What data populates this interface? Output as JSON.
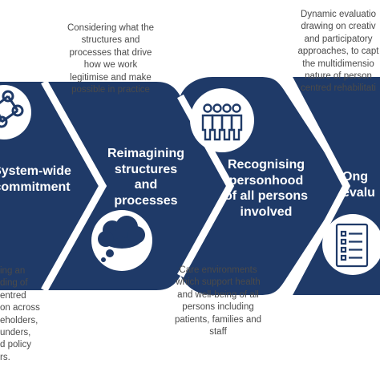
{
  "colors": {
    "shape": "#1f3a68",
    "background": "#ffffff",
    "text": "#4a4a4a",
    "icon_circle": "#ffffff"
  },
  "stages": [
    {
      "label": "System-wide\ncommitment",
      "icon": "network-nodes-icon",
      "caption": "ing an\nding of\nentred\non across\neholders,\nunders,\nd policy\nrs."
    },
    {
      "label": "Reimagining\nstructures\nand\nprocesses",
      "icon": "thought-cloud-icon",
      "caption": "Considering what the\nstructures and\nprocesses that drive\nhow we work\nlegitimise and make\npossible in practice"
    },
    {
      "label": "Recognising\npersonhood\nof all persons\ninvolved",
      "icon": "group-people-icon",
      "caption": "Care environments\nwhich support health\nand well-being of all\npersons including\npatients, families and\nstaff"
    },
    {
      "label": "Ong\nevalu",
      "icon": "checklist-icon",
      "caption": "Dynamic evaluatio\ndrawing on creativ\nand participatory\napproaches, to capt\nthe multidimensio\nnature of person\ncentred rehabilitati"
    }
  ]
}
